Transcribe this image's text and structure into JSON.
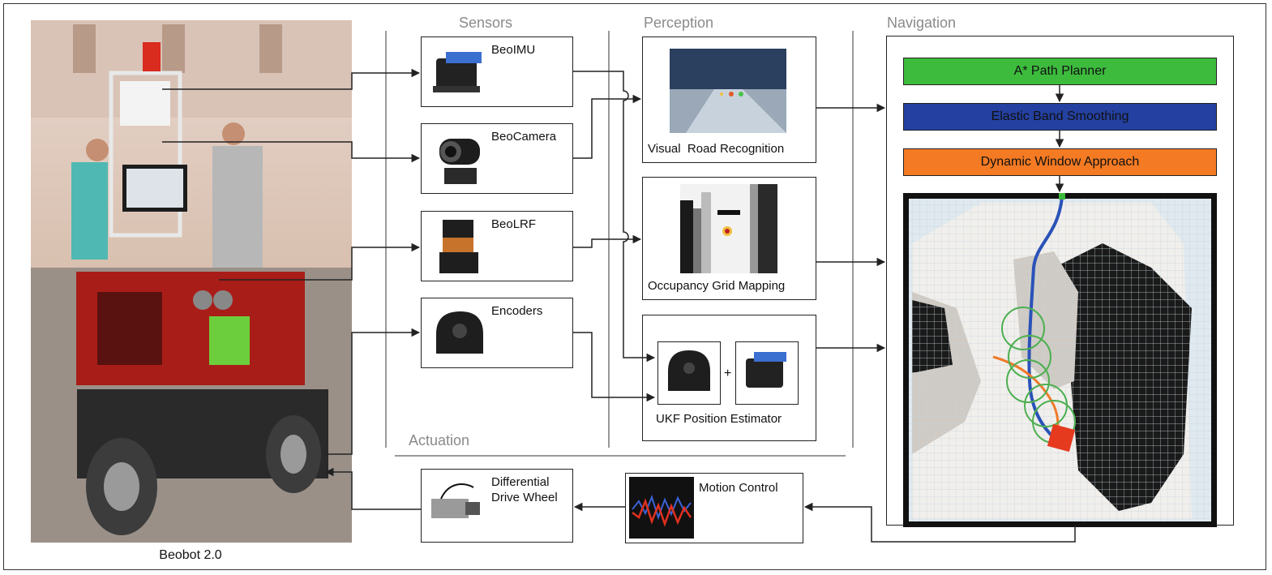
{
  "figure": {
    "robot_caption": "Beobot 2.0",
    "sections": {
      "sensors": "Sensors",
      "perception": "Perception",
      "navigation": "Navigation",
      "actuation": "Actuation"
    },
    "sensors": {
      "imu": "BeoIMU",
      "camera": "BeoCamera",
      "lrf": "BeoLRF",
      "encoders": "Encoders"
    },
    "perception": {
      "road": "Visual  Road Recognition",
      "grid": "Occupancy Grid Mapping",
      "ukf": "UKF Position Estimator",
      "plus": "+"
    },
    "navigation": {
      "planner": "A* Path Planner",
      "smoothing": "Elastic Band Smoothing",
      "dwa": "Dynamic Window Approach"
    },
    "actuation": {
      "motion": "Motion Control",
      "drive_line1": "Differential",
      "drive_line2": "Drive Wheel"
    },
    "colors": {
      "planner": "#3dbb3d",
      "smoothing": "#2440a0",
      "dwa": "#f47a23",
      "section_title": "#8a8a8a"
    }
  }
}
